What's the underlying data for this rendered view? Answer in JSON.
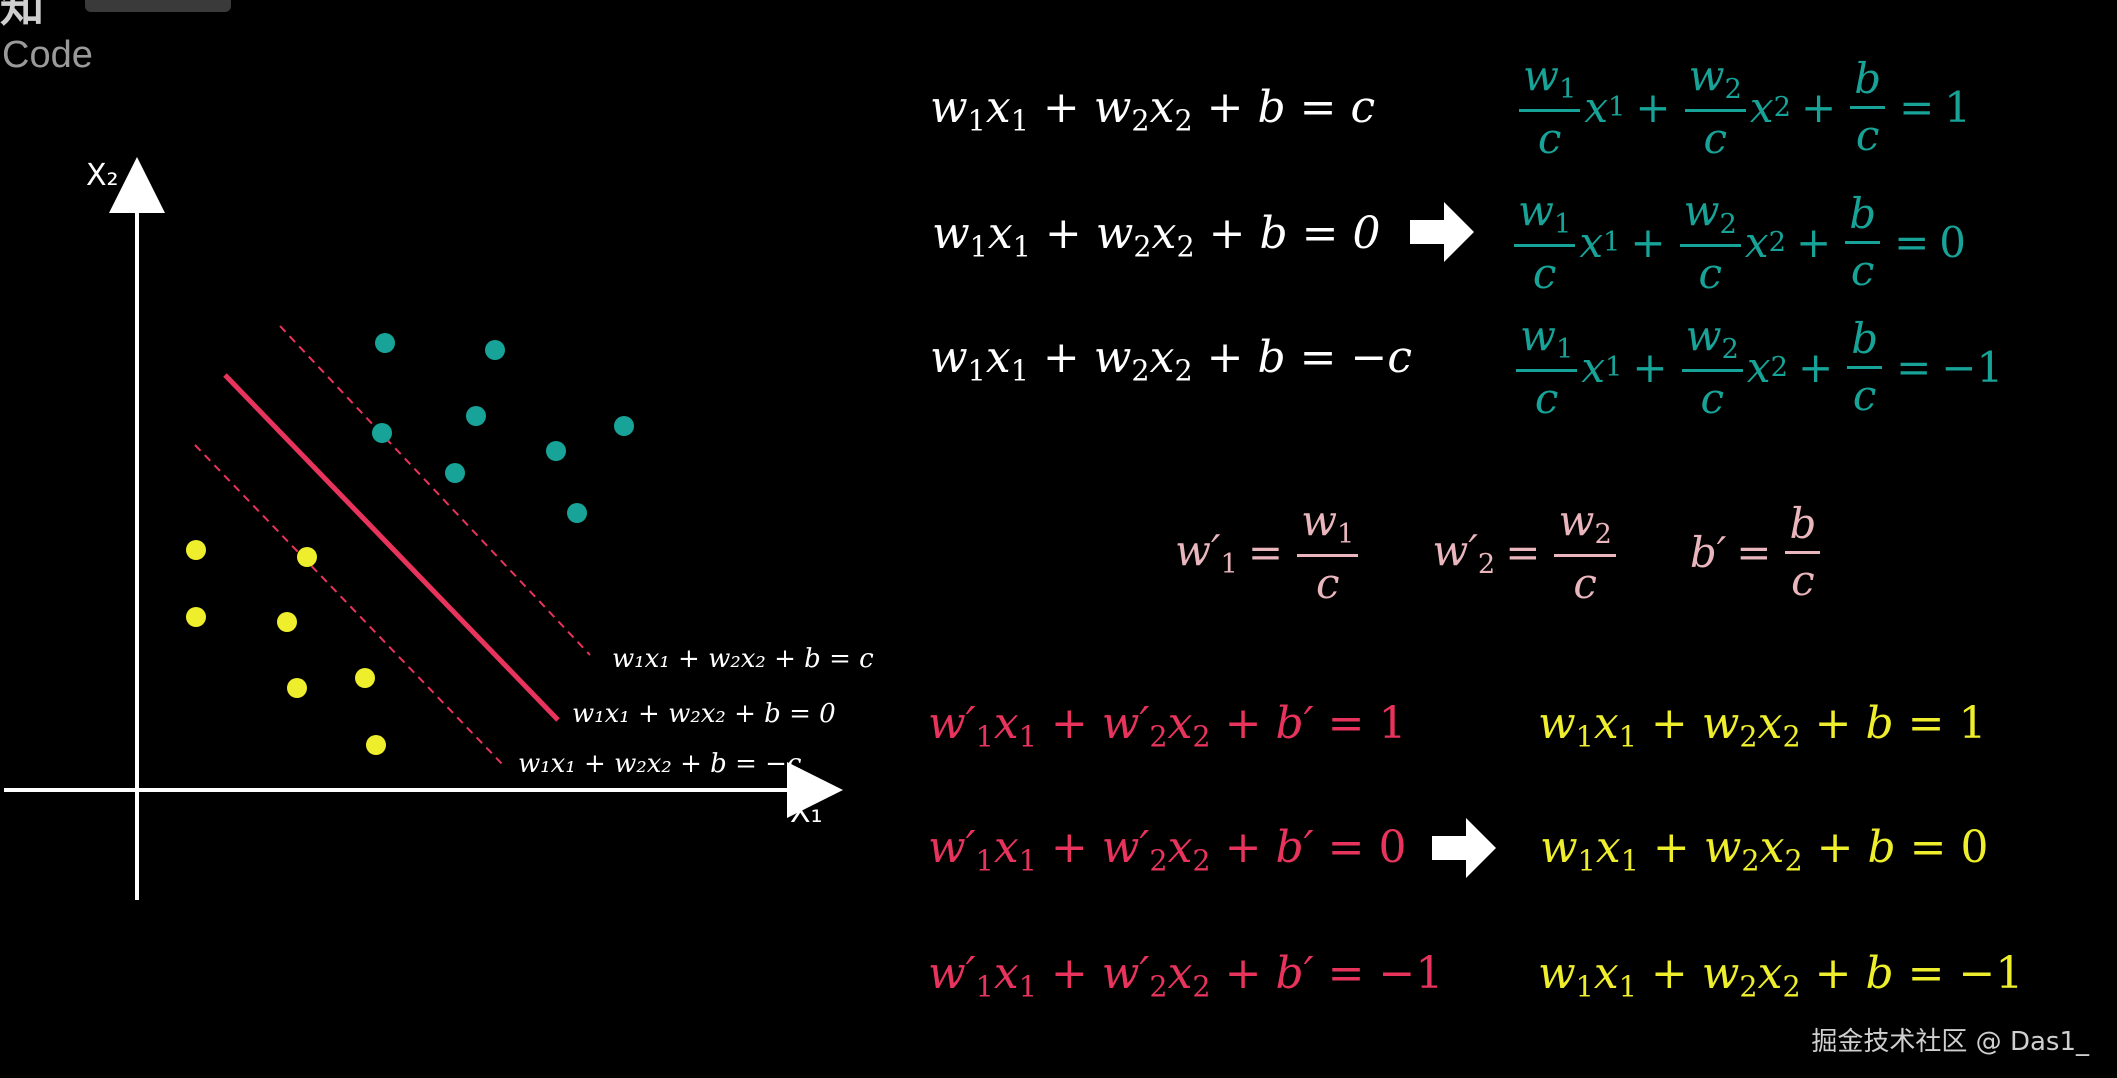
{
  "header": {
    "code_label": "Code"
  },
  "plot": {
    "x_axis_label": "X₁",
    "y_axis_label": "X₂",
    "boundary_color": "#e8345c",
    "margin_color": "#e8345c",
    "teal_color": "#17a398",
    "yellow_color": "#eeee2c",
    "line_labels": {
      "upper": "w₁x₁ + w₂x₂ + b = c",
      "middle": "w₁x₁ + w₂x₂ + b = 0",
      "lower": "w₁x₁ + w₂x₂ + b = −c"
    }
  },
  "equations": {
    "white": [
      "c",
      "0",
      "−c"
    ],
    "teal_rhs": [
      "1",
      "0",
      "−1"
    ],
    "red_rhs": [
      "1",
      "0",
      "−1"
    ],
    "yellow_rhs": [
      "1",
      "0",
      "−1"
    ]
  },
  "watermark": "掘金技术社区 @ Das1_"
}
